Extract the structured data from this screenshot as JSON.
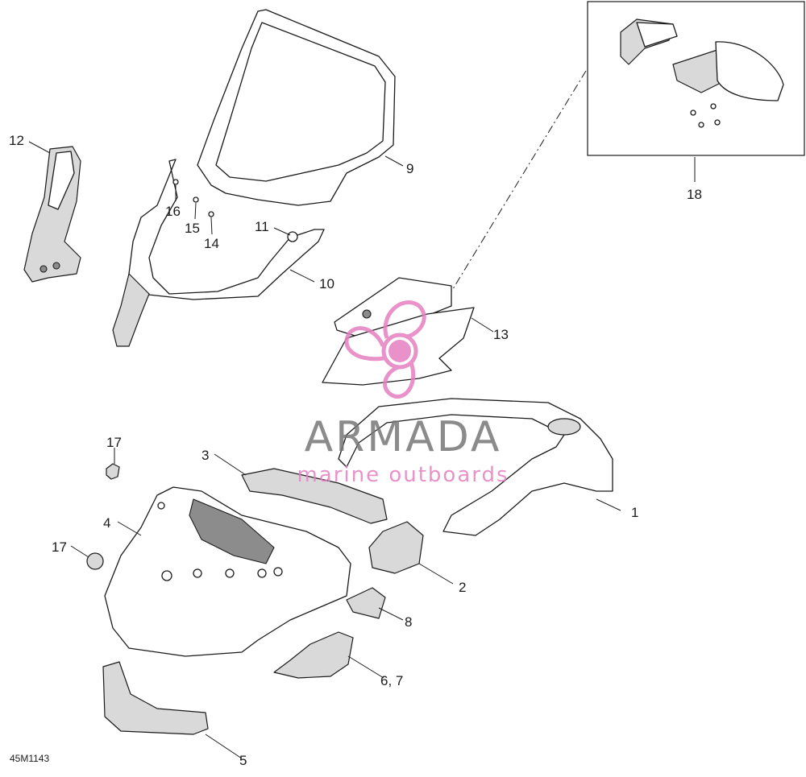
{
  "diagram": {
    "drawing_code": "45M1143",
    "callouts": [
      {
        "id": "c1",
        "label": "1"
      },
      {
        "id": "c2",
        "label": "2"
      },
      {
        "id": "c3",
        "label": "3"
      },
      {
        "id": "c4",
        "label": "4"
      },
      {
        "id": "c5",
        "label": "5"
      },
      {
        "id": "c67",
        "label": "6, 7"
      },
      {
        "id": "c8",
        "label": "8"
      },
      {
        "id": "c9",
        "label": "9"
      },
      {
        "id": "c10",
        "label": "10"
      },
      {
        "id": "c11",
        "label": "11"
      },
      {
        "id": "c12",
        "label": "12"
      },
      {
        "id": "c13",
        "label": "13"
      },
      {
        "id": "c14",
        "label": "14"
      },
      {
        "id": "c15",
        "label": "15"
      },
      {
        "id": "c16",
        "label": "16"
      },
      {
        "id": "c17a",
        "label": "17"
      },
      {
        "id": "c17b",
        "label": "17"
      },
      {
        "id": "c18",
        "label": "18"
      }
    ]
  },
  "watermark": {
    "title": "ARMADA",
    "subtitle": "marine outboards",
    "color": "#e67fc0",
    "text_color": "#777777"
  }
}
